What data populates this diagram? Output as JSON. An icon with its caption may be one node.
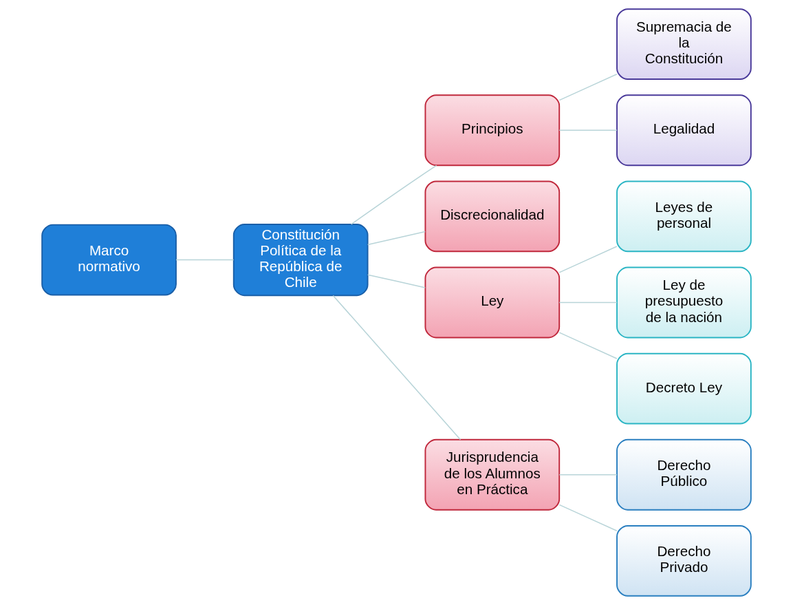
{
  "diagram": {
    "nodes": [
      {
        "text": [
          "Marco normativo"
        ]
      },
      {
        "text": [
          "Constitución Política de la República de Chile"
        ]
      },
      {
        "text": [
          "Principios"
        ]
      },
      {
        "text": [
          "Discrecionalidad"
        ]
      },
      {
        "text": [
          "Ley"
        ]
      },
      {
        "text": [
          "Jurisprudencia de los Alumnos en Práctica"
        ]
      },
      {
        "text": [
          "Supremacia de la Constitución"
        ]
      },
      {
        "text": [
          "Legalidad"
        ]
      },
      {
        "text": [
          "Leyes de personal"
        ]
      },
      {
        "text": [
          "Ley de presupuesto de la nación"
        ]
      },
      {
        "text": [
          "Decreto Ley"
        ]
      },
      {
        "text": [
          "Derecho Público"
        ]
      },
      {
        "text": [
          "Derecho Privado"
        ]
      }
    ],
    "edges": [
      {
        "from": 0,
        "to": 1,
        "arrow": "none"
      },
      {
        "from": 1,
        "to": 2,
        "arrow": "none"
      },
      {
        "from": 1,
        "to": 3,
        "arrow": "none"
      },
      {
        "from": 1,
        "to": 4,
        "arrow": "none"
      },
      {
        "from": 1,
        "to": 5,
        "arrow": "none"
      },
      {
        "from": 2,
        "to": 6,
        "arrow": "none"
      },
      {
        "from": 2,
        "to": 7,
        "arrow": "none"
      },
      {
        "from": 4,
        "to": 8,
        "arrow": "none"
      },
      {
        "from": 4,
        "to": 9,
        "arrow": "none"
      },
      {
        "from": 4,
        "to": 10,
        "arrow": "none"
      },
      {
        "from": 5,
        "to": 11,
        "arrow": "none"
      },
      {
        "from": 5,
        "to": 12,
        "arrow": "none"
      }
    ]
  }
}
